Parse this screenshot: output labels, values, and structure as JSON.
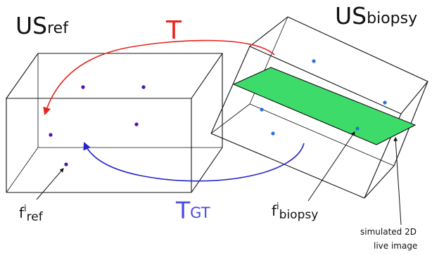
{
  "labels": {
    "us_ref": {
      "main": "US",
      "sub": "ref"
    },
    "us_biopsy": {
      "main": "US",
      "sub": "biopsy"
    },
    "transform_t": "T",
    "transform_gt": {
      "main": "T",
      "sub": "GT"
    },
    "fiducial_ref": {
      "main": "f",
      "sup": "i",
      "sub": "ref"
    },
    "fiducial_biopsy": {
      "main": "f",
      "sup": "i",
      "sub": "biopsy"
    },
    "simulated_line1": "simulated 2D",
    "simulated_line2": "live image"
  },
  "colors": {
    "outline": "#111111",
    "transform_t": "#e8231d",
    "transform_gt": "#2323c8",
    "plane_fill": "#3ddc6a",
    "point_ref": "#4b14b4",
    "point_biopsy": "#2a6fe0"
  }
}
